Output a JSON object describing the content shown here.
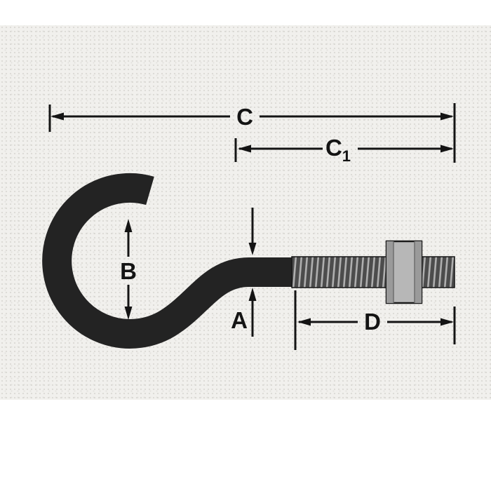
{
  "diagram": {
    "labels": {
      "c": "C",
      "c1_main": "C",
      "c1_sub": "1",
      "b": "B",
      "a": "A",
      "d": "D"
    },
    "colors": {
      "line": "#141414",
      "rod": "#232323",
      "thread_dark": "#4c4c4c",
      "thread_light": "#aeaeae",
      "nut_face": "#b7b7b7",
      "nut_side": "#9a9a9a",
      "background": "#f1f0ed"
    }
  }
}
